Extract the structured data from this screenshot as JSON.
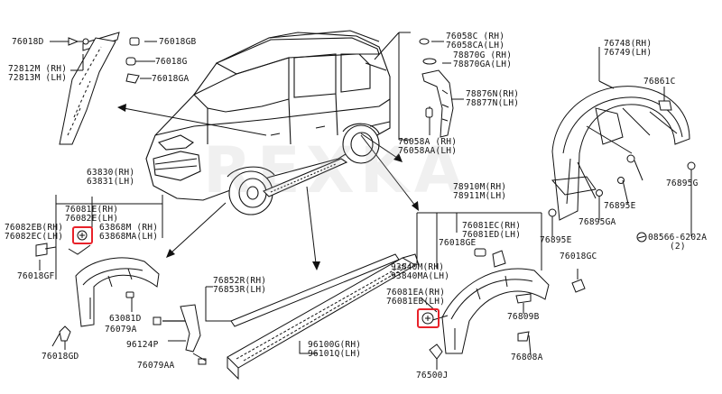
{
  "watermark": "REXKA",
  "highlight_color": "#e8222a",
  "parts": {
    "p76018D": "76018D",
    "p76018GB": "76018GB",
    "p76018G": "76018G",
    "p72812M": "72812M (RH)",
    "p72813M": "72813M (LH)",
    "p76018GA": "76018GA",
    "p76058C": "76058C (RH)",
    "p76058CA": "76058CA(LH)",
    "p78870G": "78870G (RH)",
    "p78870GA": "78870GA(LH)",
    "p78876N": "78876N(RH)",
    "p78877N": "78877N(LH)",
    "p76058A": "76058A (RH)",
    "p76058AA": "76058AA(LH)",
    "p76748": "76748(RH)",
    "p76749": "76749(LH)",
    "p76861C": "76861C",
    "p76895G": "76895G",
    "p76895E": "76895E",
    "p76895GA": "76895GA",
    "p76895E2": "76895E",
    "p08566": "08566-6202A",
    "p08566q": "(2)",
    "p63830": "63830(RH)",
    "p63831": "63831(LH)",
    "p76081E": "76081E(RH)",
    "p76082E": "76082E(LH)",
    "p76082EB": "76082EB(RH)",
    "p76082EC": "76082EC(LH)",
    "p63868M": "63868M (RH)",
    "p63868MA": "63868MA(LH)",
    "p76018GF": "76018GF",
    "p63081D": "63081D",
    "p76079A": "76079A",
    "p96124P": "96124P",
    "p76079AA": "76079AA",
    "p76018GD": "76018GD",
    "p76852R": "76852R(RH)",
    "p76853R": "76853R(LH)",
    "p96100G": "96100G(RH)",
    "p96101Q": "96101Q(LH)",
    "p78910M": "78910M(RH)",
    "p78911M": "78911M(LH)",
    "p76081EC": "76081EC(RH)",
    "p76081ED": "76081ED(LH)",
    "p76018GE": "76018GE",
    "p93840M": "93840M(RH)",
    "p93840MA": "93840MA(LH)",
    "p76081EA": "76081EA(RH)",
    "p76081EB": "76081EB(LH)",
    "p76018GC": "76018GC",
    "p76809B": "76809B",
    "p76808A": "76808A",
    "p76500J": "76500J"
  }
}
